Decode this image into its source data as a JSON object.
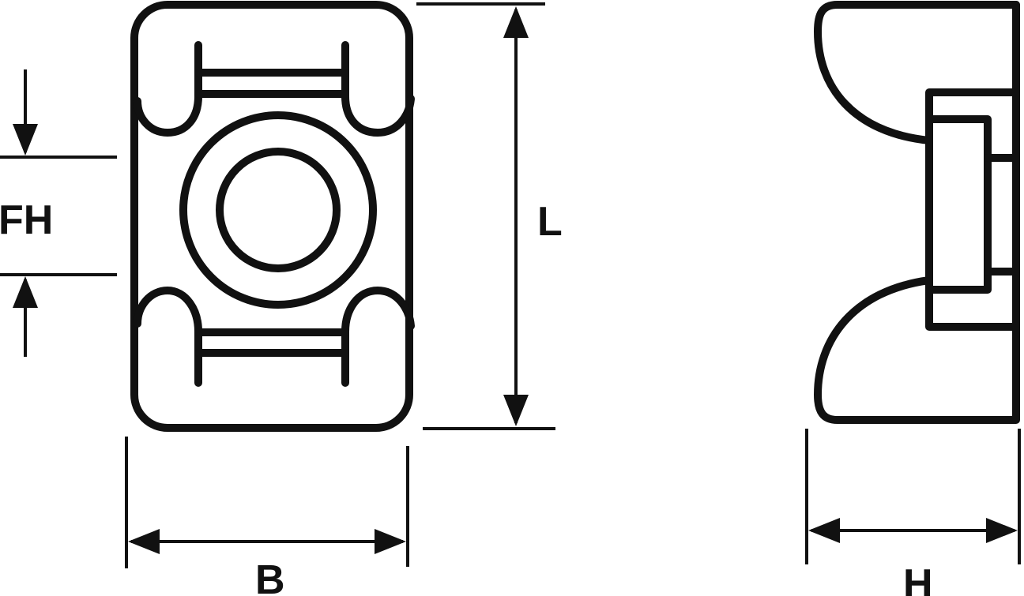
{
  "dimensions": {
    "length": "L",
    "width": "B",
    "fixing_hole": "FH",
    "height": "H"
  }
}
